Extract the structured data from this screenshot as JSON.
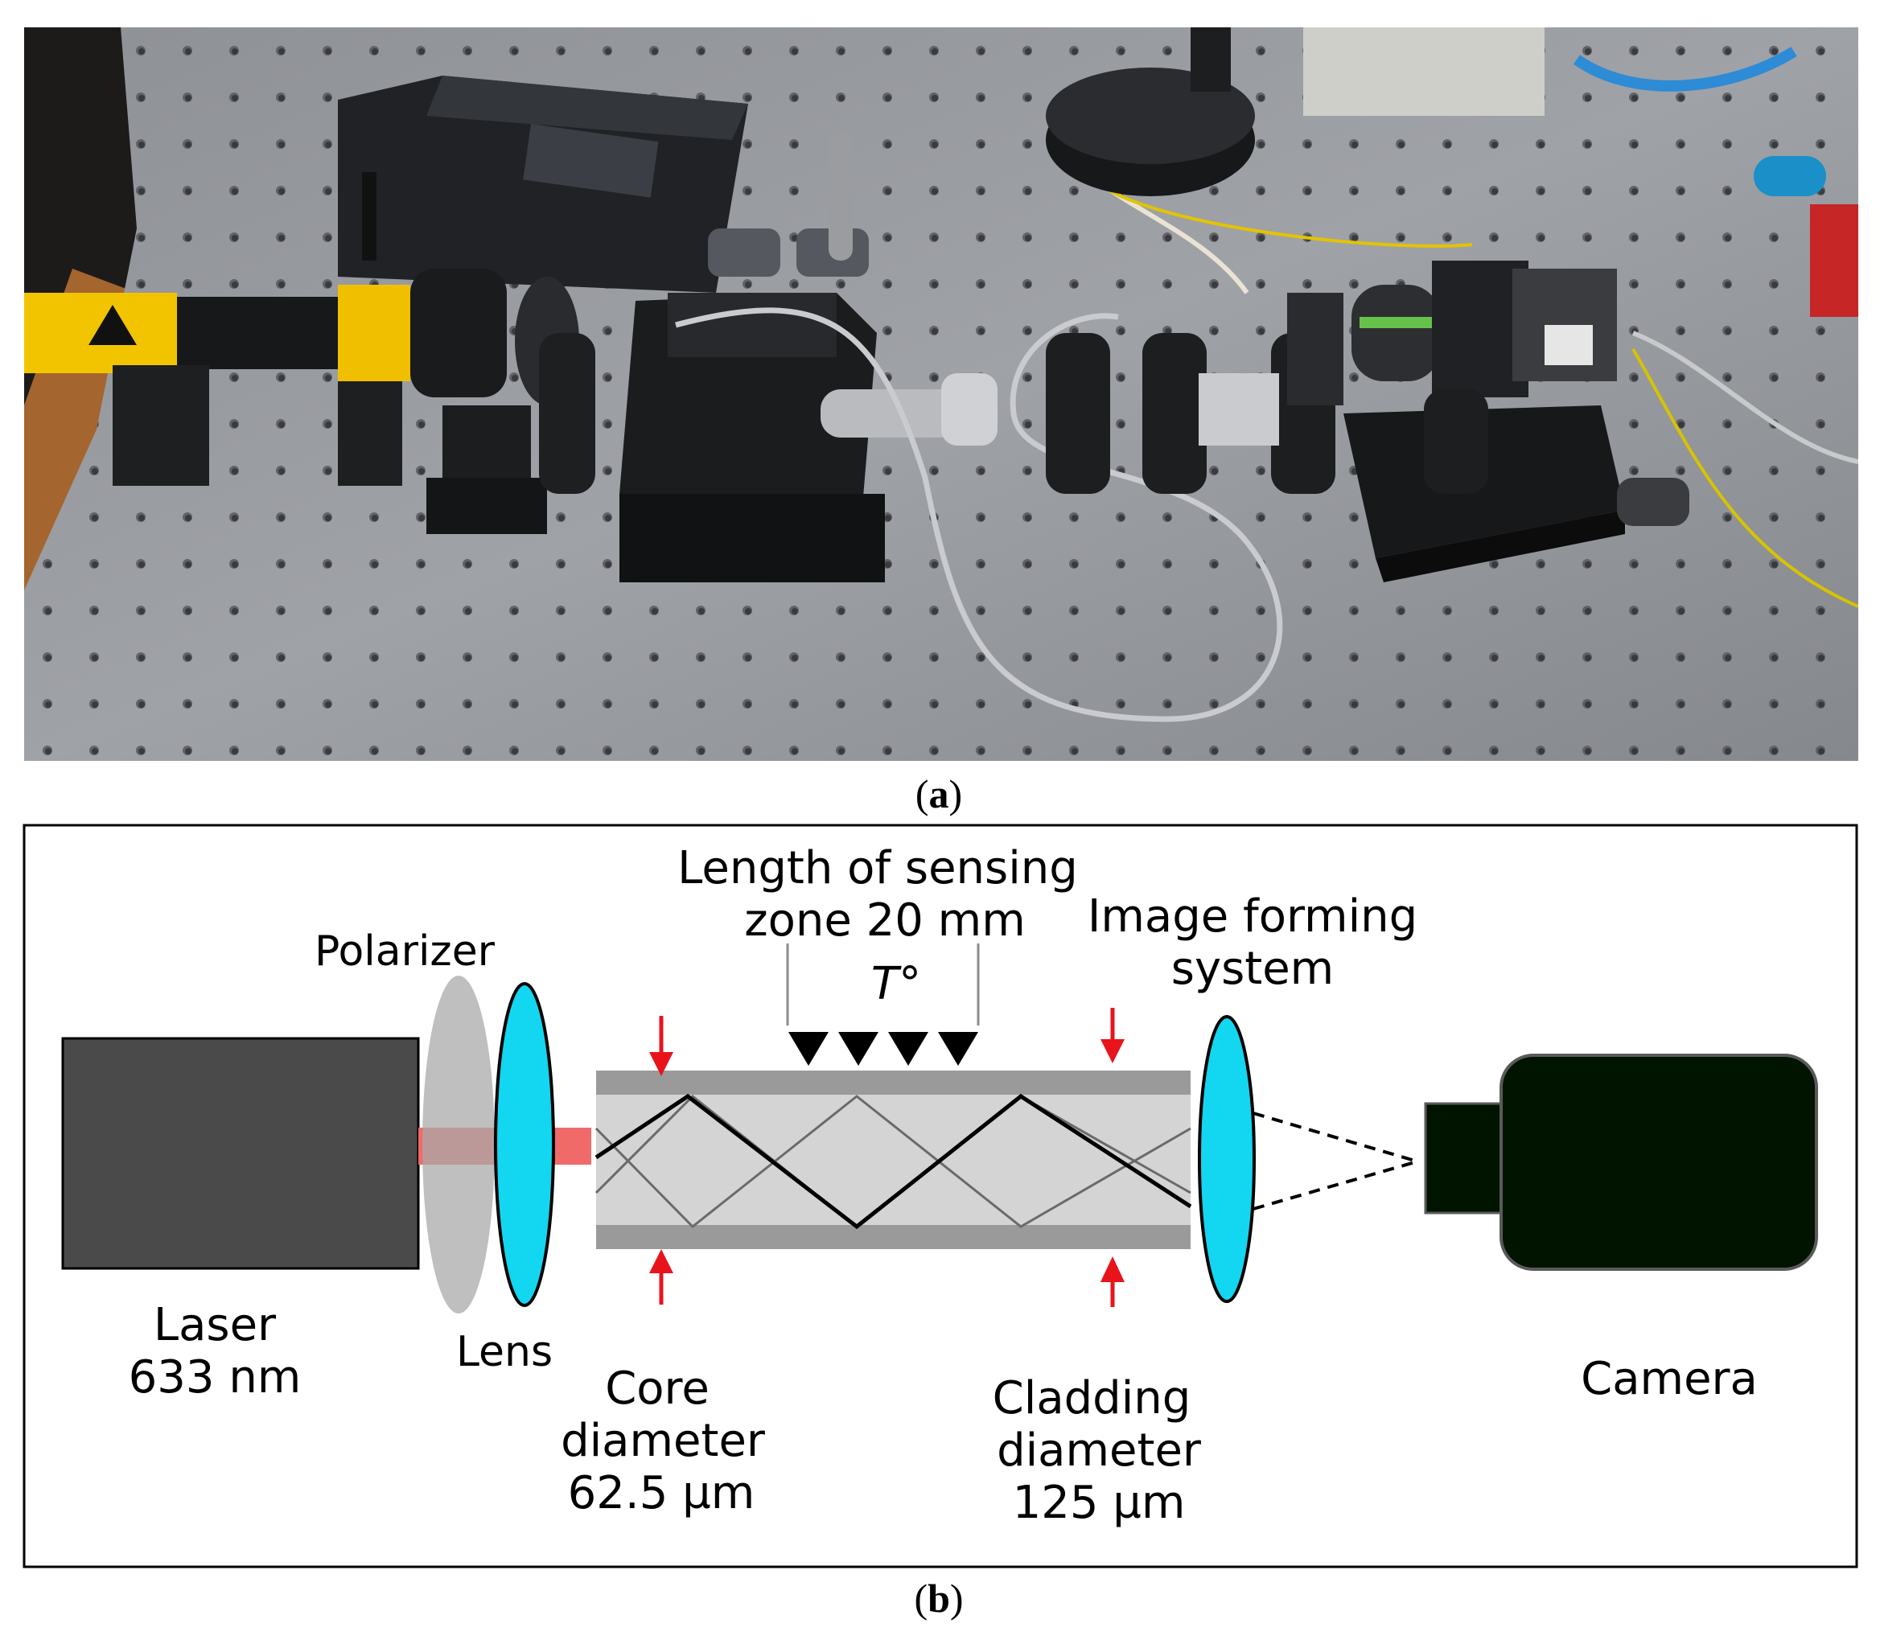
{
  "panel_a": {
    "caption_open": "(",
    "caption_letter": "a",
    "caption_close": ")"
  },
  "panel_b": {
    "caption_open": "(",
    "caption_letter": "b",
    "caption_close": ")",
    "labels": {
      "polarizer": "Polarizer",
      "lens": "Lens",
      "laser_line1": "Laser",
      "laser_line2": "633 nm",
      "sensing_line1": "Length of sensing",
      "sensing_line2": "zone 20 mm",
      "temperature": "T°",
      "image_line1": "Image forming",
      "image_line2": "system",
      "core_line1": "Core",
      "core_line2": "diameter",
      "core_line3": "62.5 µm",
      "cladding_line1": "Cladding",
      "cladding_line2": "diameter",
      "cladding_line3": "125 µm",
      "camera": "Camera"
    },
    "colors": {
      "laser_body": "#4a4a4a",
      "beam": "#f06a6a",
      "lens": "#13d6f0",
      "polarizer": "#a9a9a9",
      "arrow": "#e8141c",
      "camera": "#001400",
      "cladding": "#9a9a9a",
      "core": "#d4d4d4"
    }
  }
}
